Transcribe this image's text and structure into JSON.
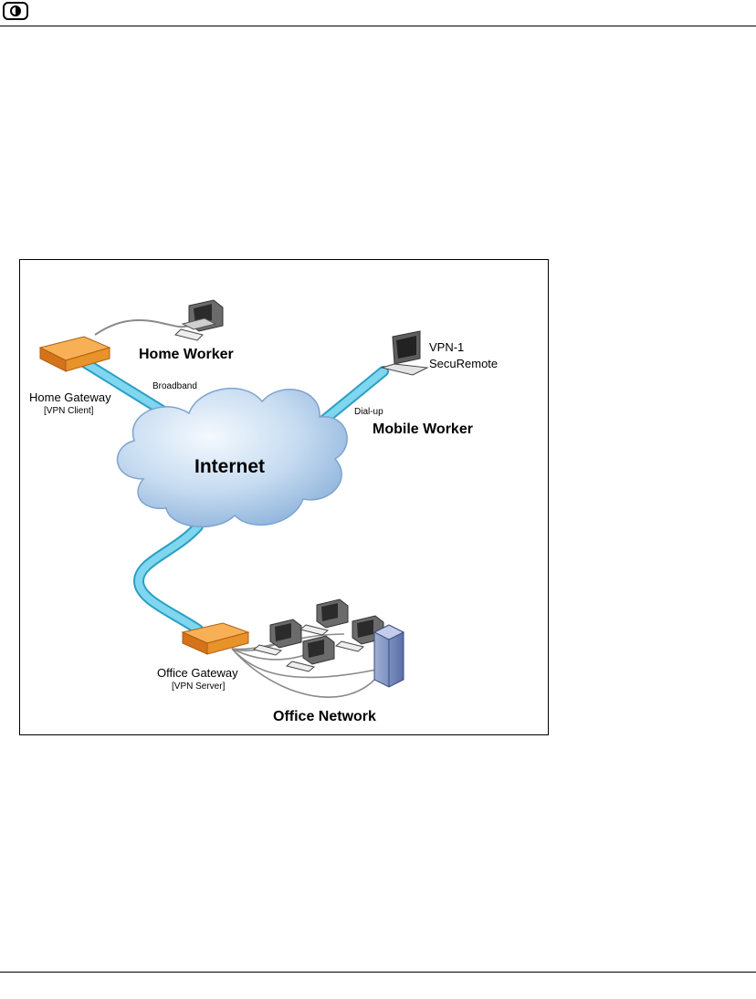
{
  "header": {
    "logo_icon": "circle-logo-icon"
  },
  "diagram": {
    "labels": {
      "home_worker": "Home Worker",
      "broadband": "Broadband",
      "home_gateway": "Home Gateway",
      "home_gateway_role": "[VPN Client]",
      "vpn_client_product_line1": "VPN-1",
      "vpn_client_product_line2": "SecuRemote",
      "dial_up": "Dial-up",
      "mobile_worker": "Mobile Worker",
      "internet": "Internet",
      "office_gateway": "Office Gateway",
      "office_gateway_role": "[VPN Server]",
      "office_network": "Office Network"
    },
    "colors": {
      "link": "#6fd0ea",
      "link_edge": "#2a9fc4",
      "gateway": "#e8922a",
      "cloud": "#bcd6ef",
      "cable": "#8a8a8a"
    }
  }
}
